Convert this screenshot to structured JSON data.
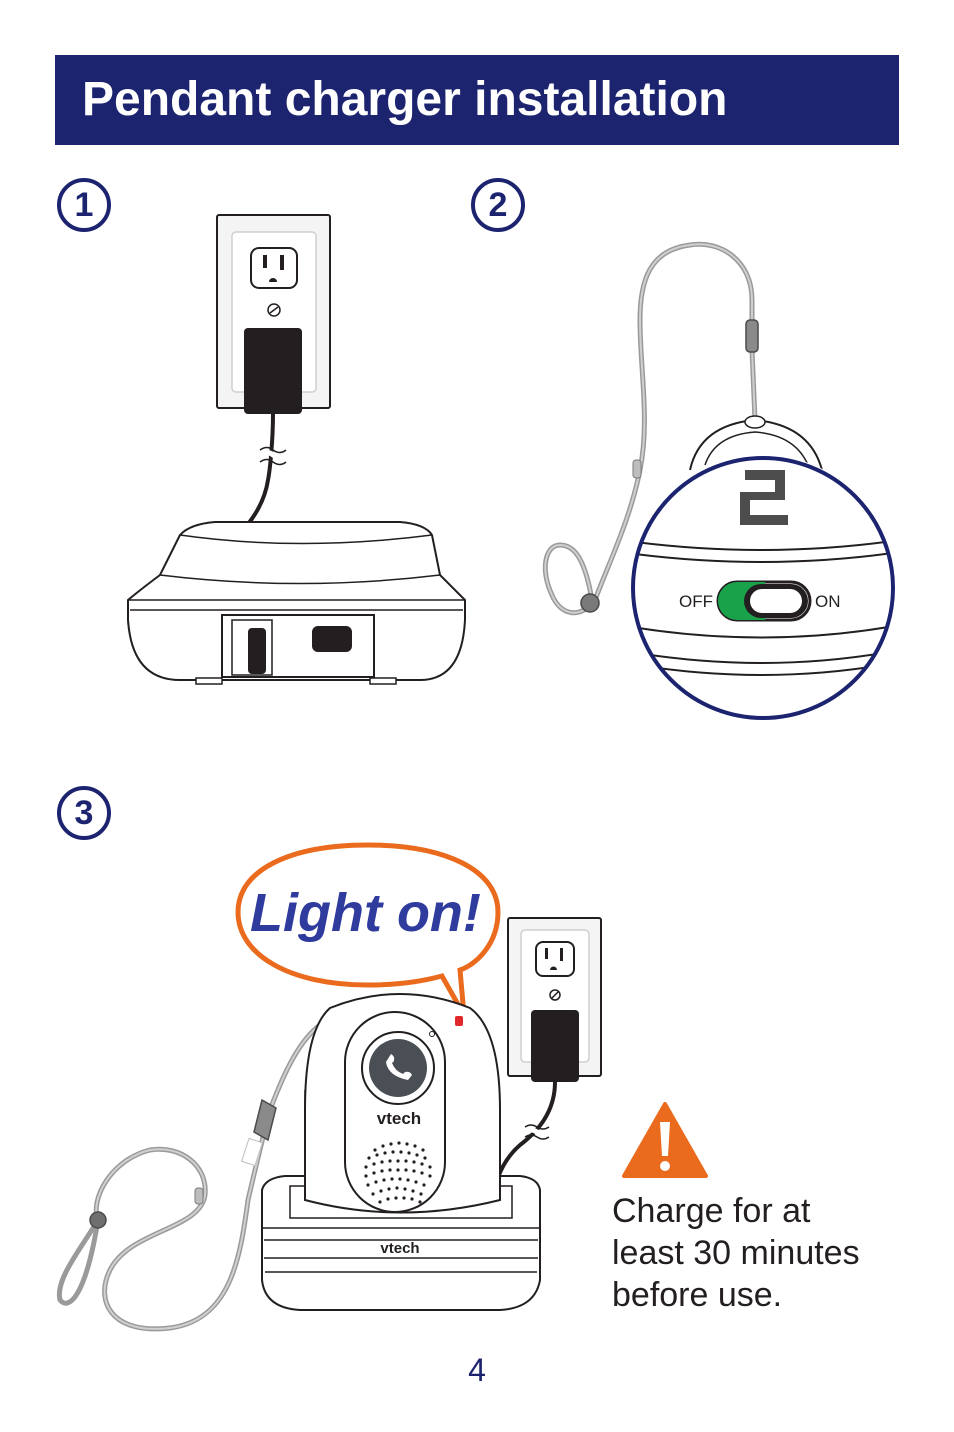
{
  "header": {
    "title": "Pendant charger installation"
  },
  "steps": [
    {
      "number": "1"
    },
    {
      "number": "2"
    },
    {
      "number": "3"
    }
  ],
  "step2": {
    "switch_off_label": "OFF",
    "switch_on_label": "ON",
    "display_digit": "2"
  },
  "step3": {
    "speech_bubble": "Light on!",
    "brand_label": "vtech",
    "base_brand_label": "vtech",
    "note_lines": [
      "Charge for at",
      "least 30 minutes",
      "before use."
    ]
  },
  "page_number": "4",
  "colors": {
    "header_bg": "#1c2470",
    "speech_text": "#2f3c9e",
    "speech_outline": "#ea6b1e",
    "warning": "#ea6b1e",
    "switch_on": "#19a24a",
    "indicator_light": "#e2272b"
  },
  "icons": {
    "warning": "warning-triangle-icon",
    "phone": "phone-icon"
  }
}
